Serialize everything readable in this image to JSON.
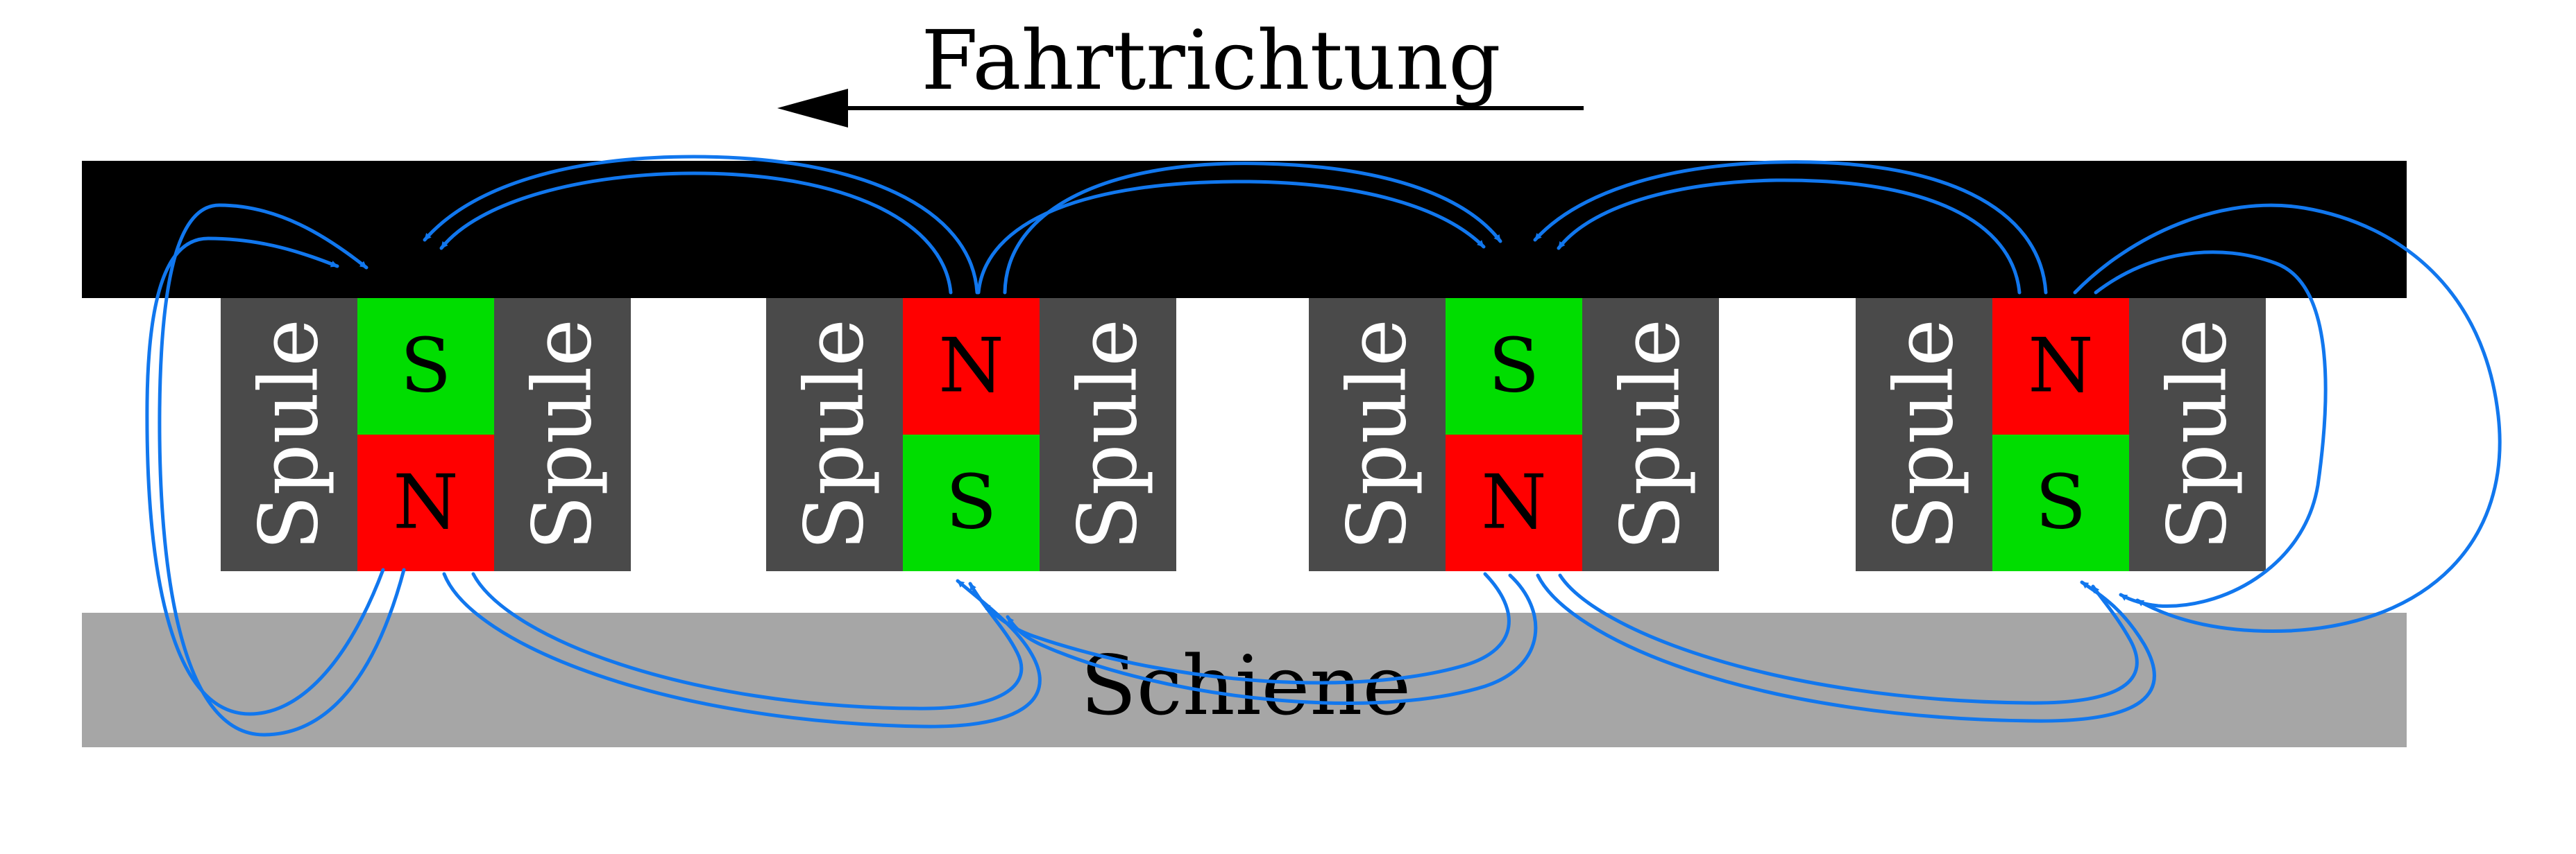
{
  "title": "Fahrtrichtung",
  "rail_label": "Schiene",
  "coil_label": "Spule",
  "units": [
    {
      "top": "S",
      "bottom": "N"
    },
    {
      "top": "N",
      "bottom": "S"
    },
    {
      "top": "S",
      "bottom": "N"
    },
    {
      "top": "N",
      "bottom": "S"
    }
  ],
  "colors": {
    "north": "#ff0000",
    "south": "#00dd00",
    "coil": "#4a4a4a",
    "bar": "#000000",
    "rail": "#a6a6a6",
    "field_lines": "#1177ee",
    "arrow": "#000000"
  },
  "icons": {
    "direction": "arrow-left-icon",
    "field_arrowheads": "arrowhead-icon"
  }
}
